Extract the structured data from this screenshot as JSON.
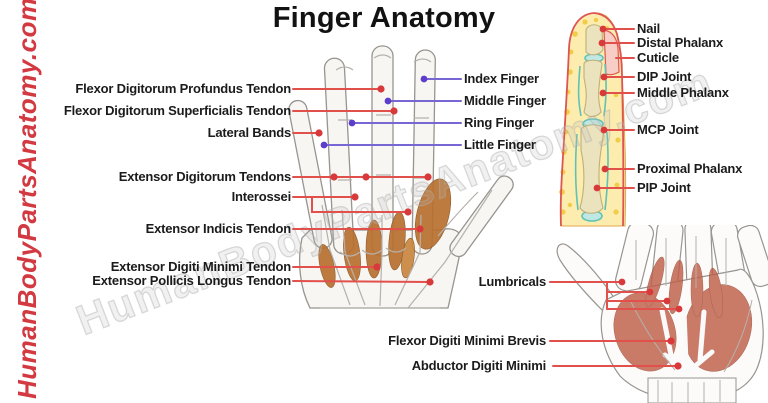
{
  "title": "Finger Anatomy",
  "watermarks": {
    "side": "HumanBodyPartsAnatomy.com",
    "diagonal": "HumanBodyPartsAnatomy.com"
  },
  "colors": {
    "background": "#ffffff",
    "title_text": "#121212",
    "label_text": "#1b1b1b",
    "red_leader_line": "#e2504c",
    "red_leader_dot": "#d8393a",
    "purple_leader_line": "#7767d4",
    "purple_leader_dot": "#5c3ecb",
    "side_watermark_red": "#d23940",
    "muscle_orange_brown": "#b8702f",
    "muscle_red_brown": "#c05f49",
    "skin_yellow": "#fcecae",
    "fat_dot_yellow": "#f2c93e",
    "bone_beige": "#ebe3bd",
    "cartilage_teal": "#5fc2b8",
    "nail_pink": "#f7cdc6",
    "sketch_gray": "#98948f"
  },
  "labels": {
    "left": [
      "Flexor Digitorum Profundus Tendon",
      "Flexor Digitorum Superficialis Tendon",
      "Lateral Bands",
      "Extensor Digitorum Tendons",
      "Interossei",
      "Extensor Indicis Tendon",
      "Extensor Digiti Minimi Tendon",
      "Extensor Pollicis Longus Tendon"
    ],
    "fingers": [
      "Index Finger",
      "Middle Finger",
      "Ring Finger",
      "Little Finger"
    ],
    "cross_section": [
      "Nail",
      "Distal Phalanx",
      "Cuticle",
      "DIP Joint",
      "Middle Phalanx",
      "MCP Joint",
      "Proximal Phalanx",
      "PIP Joint"
    ],
    "bottom": [
      "Lumbricals",
      "Flexor Digiti Minimi Brevis",
      "Abductor Digiti Minimi"
    ]
  }
}
